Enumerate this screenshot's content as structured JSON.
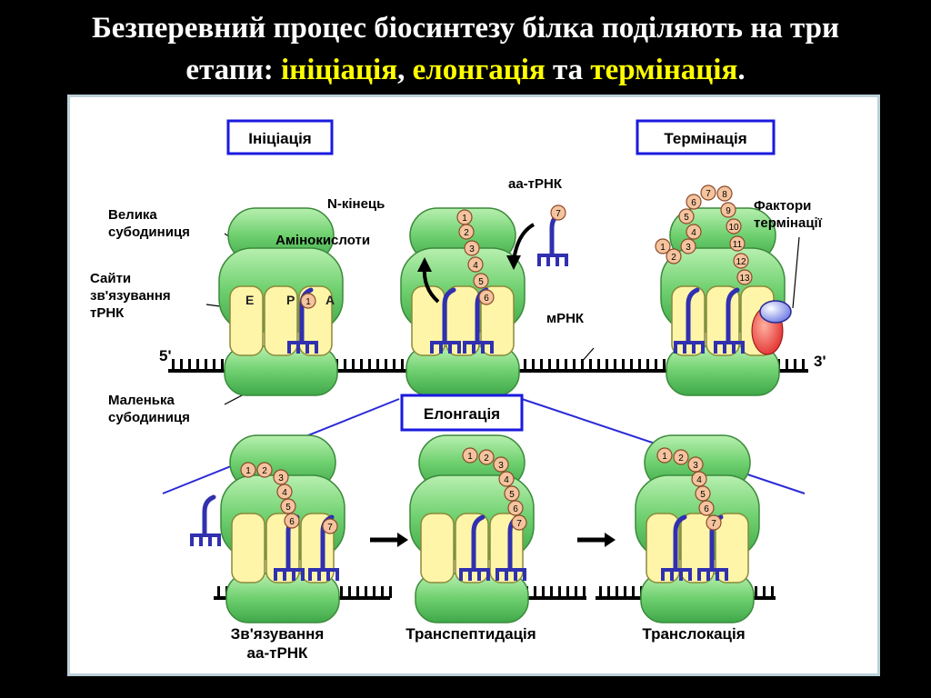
{
  "title": {
    "line1": "Безперевний процес біосинтезу білка поділяють на три",
    "line2_prefix": "етапи: ",
    "stage1": "ініціація",
    "sep1": ", ",
    "stage2": "елонгація",
    "sep2": " та ",
    "stage3": "термінація",
    "end": "."
  },
  "boxes": {
    "initiation": "Ініціація",
    "termination": "Термінація",
    "elongation": "Елонгація"
  },
  "labels": {
    "large_subunit_1": "Велика",
    "large_subunit_2": "субодиниця",
    "sites_1": "Сайти",
    "sites_2": "зв'язування",
    "sites_3": "тРНК",
    "small_subunit_1": "Маленька",
    "small_subunit_2": "субодиниця",
    "n_end": "N-кінець",
    "amino_acids": "Амінокислоти",
    "aa_trna": "аа-тРНК",
    "mrna": "мРНК",
    "factors_1": "Фактори",
    "factors_2": "термінації",
    "five_prime": "5'",
    "three_prime": "3'",
    "site_e": "E",
    "site_p": "P",
    "site_a": "A"
  },
  "captions": {
    "binding_1": "Зв'язування",
    "binding_2": "аа-тРНК",
    "transpeptidation": "Транспептидація",
    "translocation": "Транслокація"
  },
  "colors": {
    "background": "#000000",
    "title_text": "#ffffff",
    "highlight": "#ffff00",
    "ribosome_green": "#7ed87e",
    "site_yellow": "#fff5a8",
    "trna_blue": "#3030b0",
    "amino_acid": "#f5c49e",
    "box_border": "#1a1adf",
    "release_factor_red": "#e83030",
    "release_factor_blue": "#8a9aee"
  }
}
